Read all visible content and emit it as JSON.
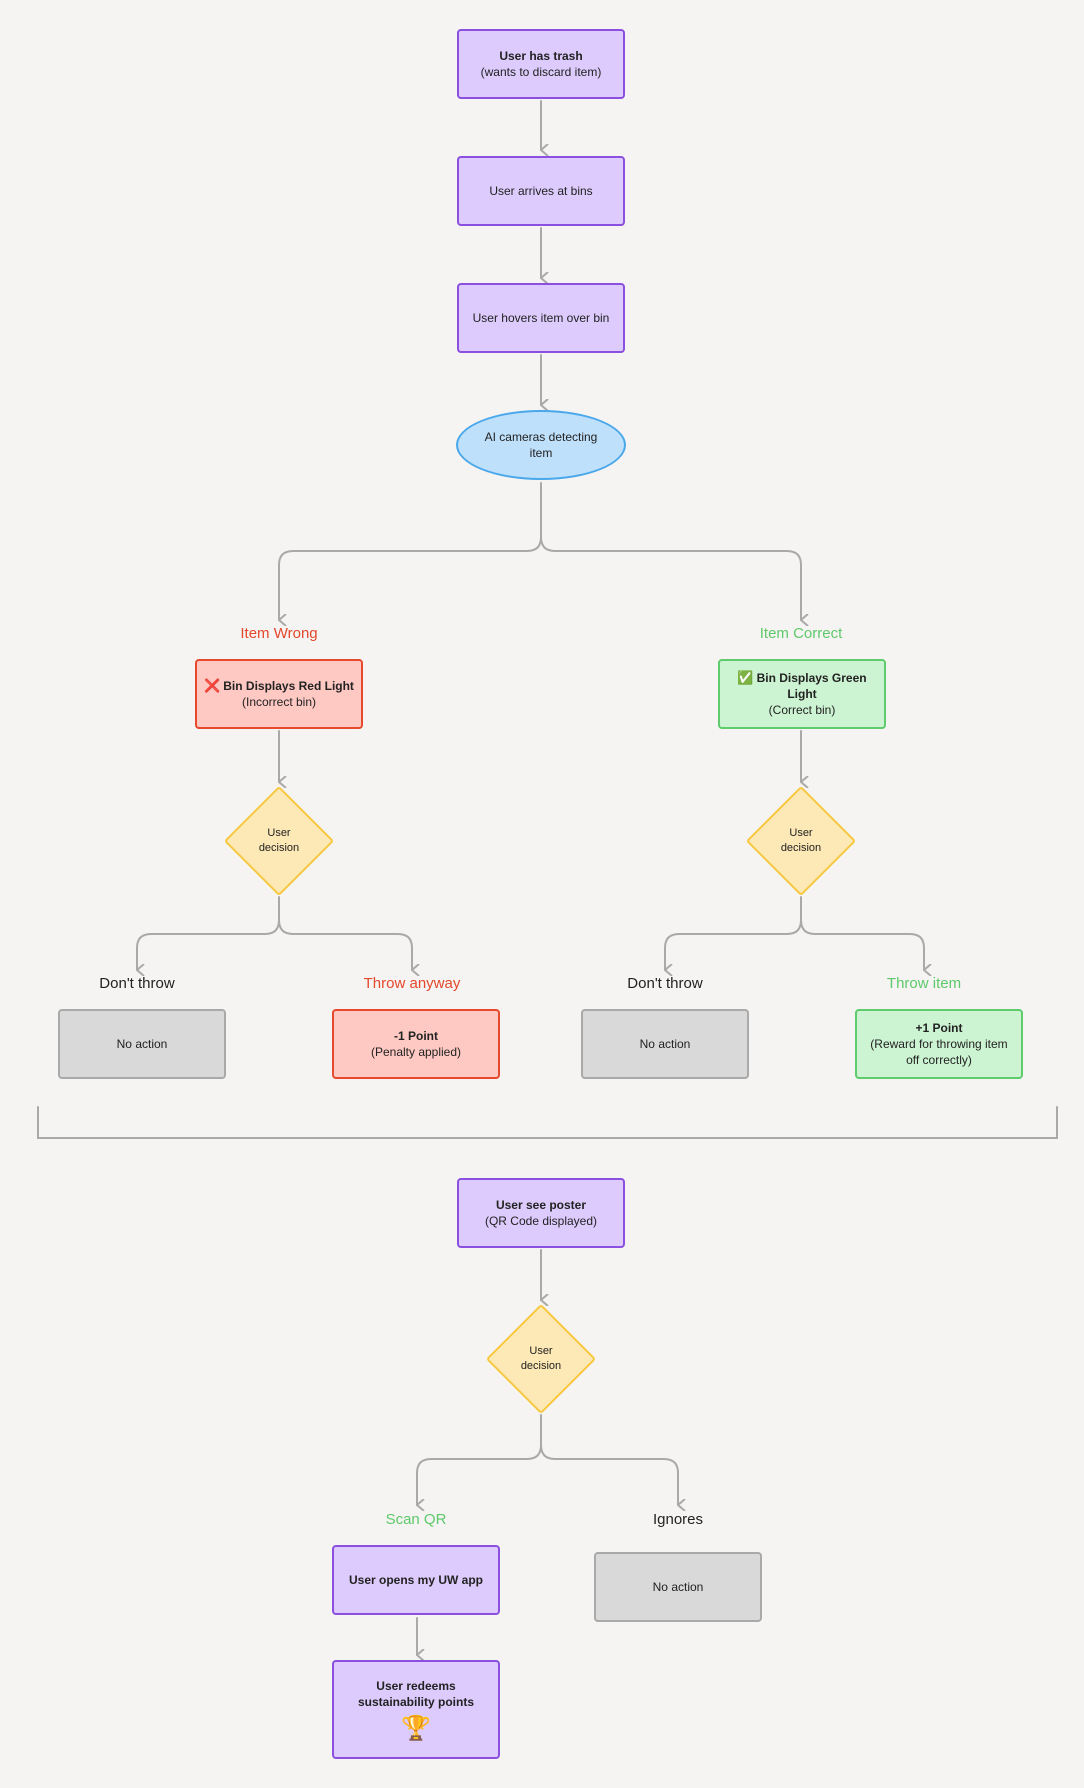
{
  "nodes": {
    "start": {
      "title": "User has trash",
      "sub": "(wants to discard item)"
    },
    "arrive": {
      "text": "User arrives at bins"
    },
    "hover": {
      "text": "User hovers item over bin"
    },
    "ai": {
      "text": "AI cameras detecting item"
    },
    "red_light": {
      "icon": "❌",
      "title": "Bin Displays Red Light",
      "sub": "(Incorrect bin)"
    },
    "green_light": {
      "icon": "✅",
      "title": "Bin Displays Green Light",
      "sub": "(Correct bin)"
    },
    "decision": {
      "text": "User decision"
    },
    "no_action": {
      "text": "No action"
    },
    "penalty": {
      "title": "-1 Point",
      "sub": "(Penalty applied)"
    },
    "reward": {
      "title": "+1 Point",
      "sub": "(Reward for throwing item off correctly)"
    },
    "poster": {
      "title": "User see poster",
      "sub": "(QR Code displayed)"
    },
    "open_app": {
      "text": "User opens my UW app"
    },
    "redeem": {
      "text": "User redeems sustainability points",
      "icon": "🏆"
    }
  },
  "labels": {
    "item_wrong": "Item Wrong",
    "item_correct": "Item Correct",
    "dont_throw": "Don't throw",
    "throw_anyway": "Throw anyway",
    "throw_item": "Throw item",
    "scan_qr": "Scan QR",
    "ignores": "Ignores"
  },
  "colors": {
    "purple": "#dccbfc",
    "blue": "#bfe0fb",
    "red": "#ffc9c3",
    "green": "#cdf4d2",
    "gray": "#d9d9d9",
    "diamond": "#fde9b5",
    "connector": "#a9a9a9",
    "label_red": "#e4472c",
    "label_green": "#5ec96a"
  }
}
